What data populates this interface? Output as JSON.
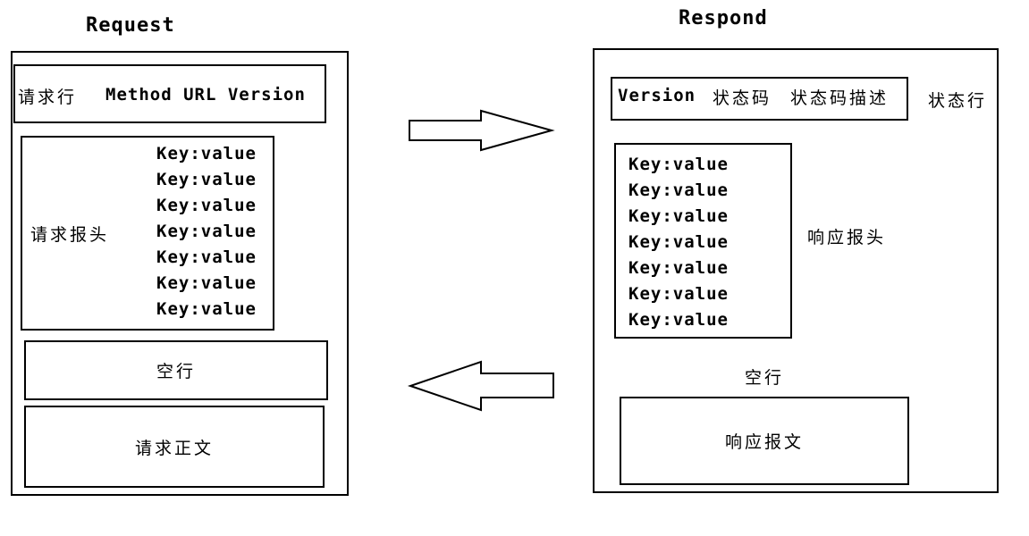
{
  "request": {
    "title": "Request",
    "request_line": {
      "label": "请求行",
      "content": "Method URL Version"
    },
    "headers": {
      "label": "请求报头",
      "items": [
        "Key:value",
        "Key:value",
        "Key:value",
        "Key:value",
        "Key:value",
        "Key:value",
        "Key:value"
      ]
    },
    "blank_line": "空行",
    "body": "请求正文"
  },
  "respond": {
    "title": "Respond",
    "status_line": {
      "content_version": "Version",
      "content_code": "状态码",
      "content_desc": "状态码描述",
      "label": "状态行"
    },
    "headers": {
      "label": "响应报头",
      "items": [
        "Key:value",
        "Key:value",
        "Key:value",
        "Key:value",
        "Key:value",
        "Key:value",
        "Key:value"
      ]
    },
    "blank_line": "空行",
    "body": "响应报文"
  },
  "arrows": {
    "top": "right-arrow-icon",
    "bottom": "left-arrow-icon"
  }
}
